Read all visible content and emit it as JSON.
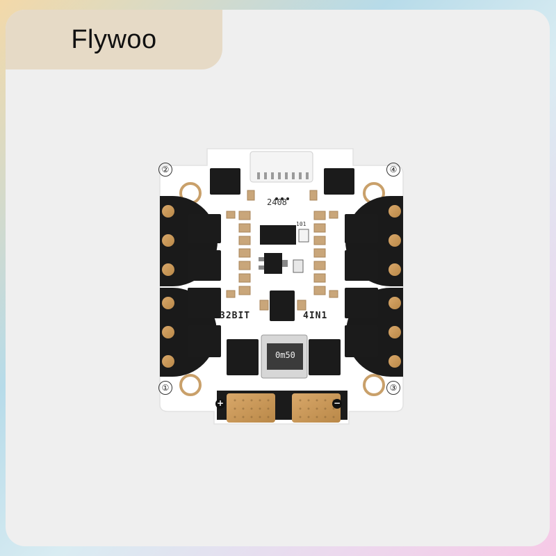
{
  "brand": {
    "name": "Flywoo"
  },
  "board": {
    "label_left": "32BIT",
    "label_right": "4IN1",
    "chip_code": "2408",
    "shunt_text": "0m50",
    "cap_text": "101",
    "corner_numbers": [
      "②",
      "④",
      "①",
      "③"
    ],
    "polarity": {
      "positive": "+",
      "negative": "−"
    }
  }
}
